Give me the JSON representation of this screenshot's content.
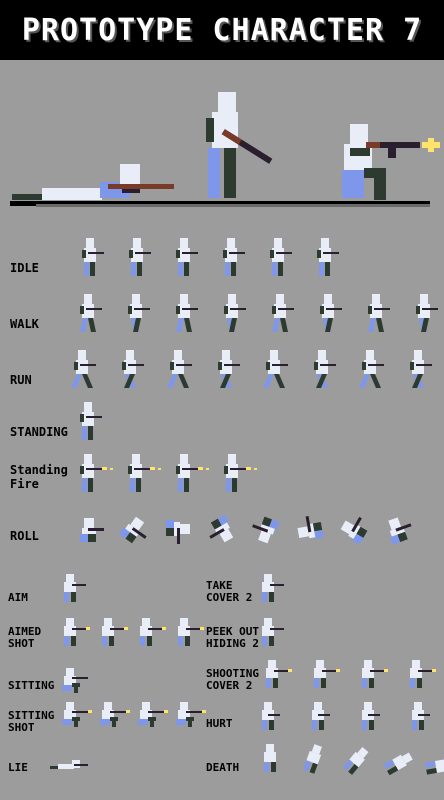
{
  "title": "PROTOTYPE CHARACTER 7",
  "colors": {
    "background": "#9c9c9c",
    "body": "#e9edf7",
    "leg_light": "#7f97ea",
    "leg_dark": "#2c3a30",
    "gun_dark": "#2a1f2e",
    "gun_wood": "#7a3a28",
    "muzzle": "#ffe36b"
  },
  "animations": {
    "idle": "IDLE",
    "walk": "WALK",
    "run": "RUN",
    "standing": "STANDING",
    "standing_fire_1": "Standing",
    "standing_fire_2": "Fire",
    "roll": "ROLL",
    "aim": "AIM",
    "aimed_shot_1": "AIMED",
    "aimed_shot_2": "SHOT",
    "sitting": "SITTING",
    "sitting_shot_1": "SITTING",
    "sitting_shot_2": "SHOT",
    "lie": "LIE",
    "take_cover_1": "TAKE",
    "take_cover_2": "COVER 2",
    "peek_out_1": "PEEK OUT",
    "peek_out_2": "HIDING 2",
    "shooting_cover_1": "SHOOTING",
    "shooting_cover_2": "COVER 2",
    "hurt": "HURT",
    "death": "DEATH"
  },
  "frame_counts": {
    "idle": 6,
    "walk": 8,
    "run": 8,
    "standing": 1,
    "standing_fire": 4,
    "roll": 8,
    "aim": 1,
    "aimed_shot": 4,
    "sitting": 1,
    "sitting_shot": 4,
    "lie": 1,
    "take_cover": 1,
    "peek_out": 1,
    "shooting_cover": 4,
    "hurt": 4,
    "death": 5
  }
}
